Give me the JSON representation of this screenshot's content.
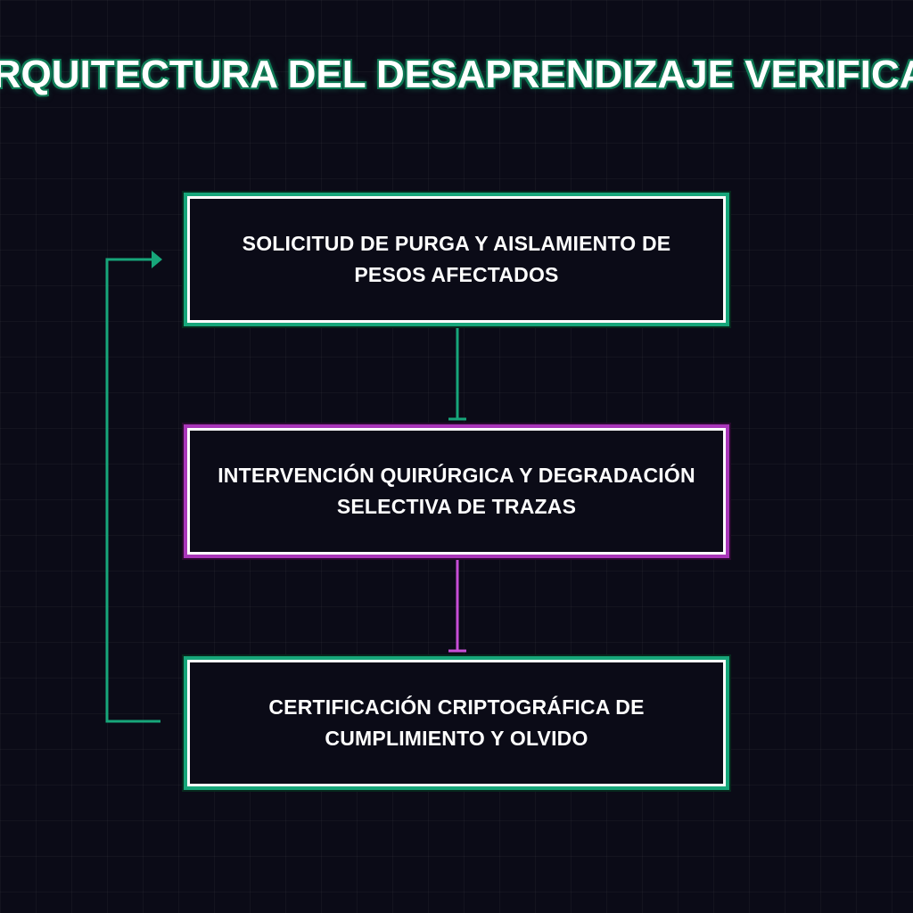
{
  "title": "ARQUITECTURA DEL DESAPRENDIZAJE VERIFICABLE",
  "nodes": [
    {
      "label": "SOLICITUD DE PURGA Y AISLAMIENTO DE PESOS AFECTADOS",
      "accent": "#17a67a"
    },
    {
      "label": "INTERVENCIÓN QUIRÚRGICA Y DEGRADACIÓN SELECTIVA DE TRAZAS",
      "accent": "#a936b9"
    },
    {
      "label": "CERTIFICACIÓN CRIPTOGRÁFICA DE CUMPLIMIENTO Y OLVIDO",
      "accent": "#17a67a"
    }
  ],
  "colors": {
    "background": "#0b0b17",
    "green_accent": "#17a67a",
    "magenta_accent": "#c74ed6",
    "text": "#ffffff"
  }
}
